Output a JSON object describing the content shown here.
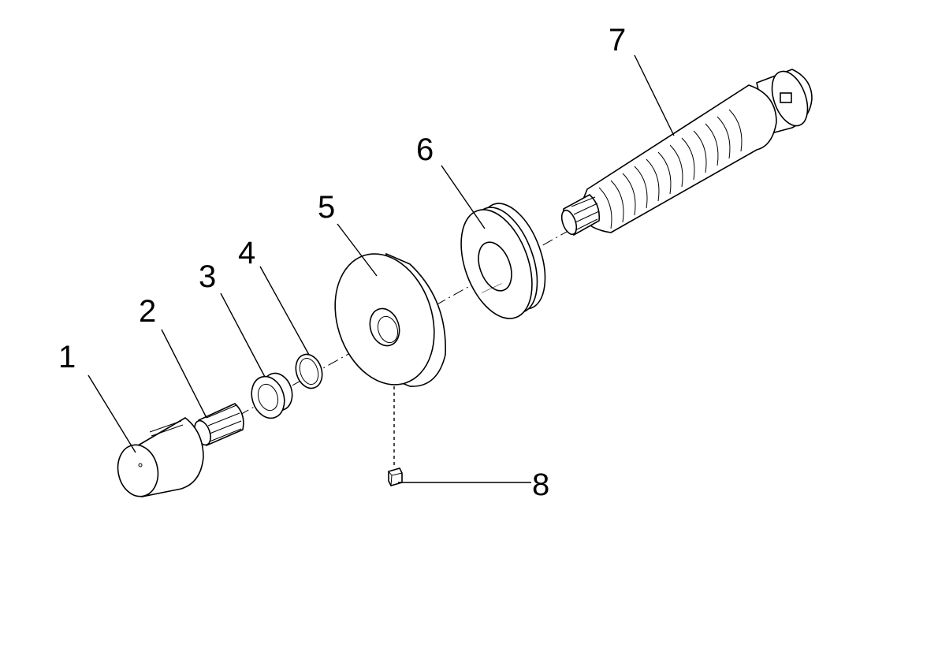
{
  "diagram": {
    "callouts": [
      {
        "id": "1",
        "label": "1",
        "part": "handle-cap"
      },
      {
        "id": "2",
        "label": "2",
        "part": "spline-adapter"
      },
      {
        "id": "3",
        "label": "3",
        "part": "bushing"
      },
      {
        "id": "4",
        "label": "4",
        "part": "o-ring"
      },
      {
        "id": "5",
        "label": "5",
        "part": "escutcheon-plate"
      },
      {
        "id": "6",
        "label": "6",
        "part": "sealing-flange"
      },
      {
        "id": "7",
        "label": "7",
        "part": "thermostatic-cartridge"
      },
      {
        "id": "8",
        "label": "8",
        "part": "set-screw"
      }
    ]
  }
}
